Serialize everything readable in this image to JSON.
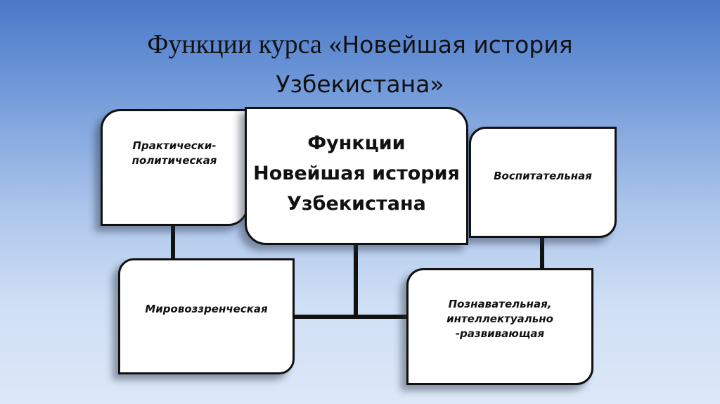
{
  "title": {
    "part1": "Функции курса «",
    "part2": "Новейшая история",
    "line2": "Узбекистана»"
  },
  "diagram": {
    "center": {
      "line1": "Функции",
      "line2": "Новейшая история",
      "line3": "Узбекистана"
    },
    "nodes": [
      {
        "id": "practical-political",
        "line1": "Практически-",
        "line2": "политическая"
      },
      {
        "id": "educational",
        "line1": "Воспитательная"
      },
      {
        "id": "worldview",
        "line1": "Мировоззренческая"
      },
      {
        "id": "cognitive",
        "line1": "Познавательная,",
        "line2": "интеллектуально",
        "line3": "-развивающая"
      }
    ]
  },
  "colors": {
    "background_top": "#4a78c8",
    "background_bottom": "#dde8f8",
    "box_fill": "#ffffff",
    "box_border": "#111111"
  }
}
